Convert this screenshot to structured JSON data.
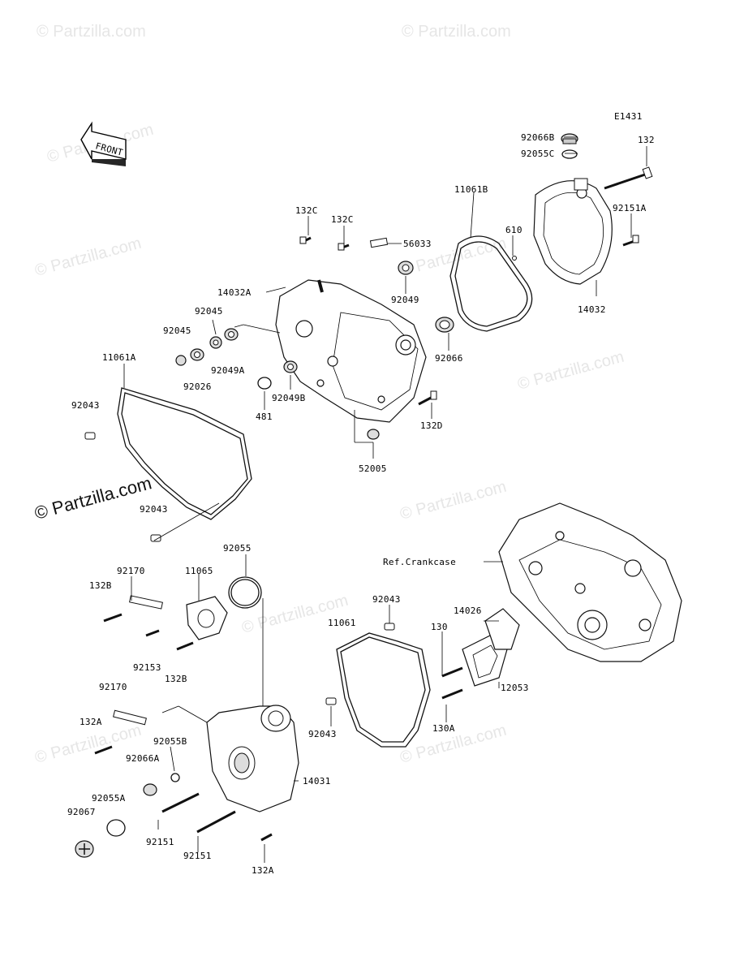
{
  "diagram_code": "E1431",
  "front_arrow": "FRONT",
  "watermarks": [
    "© Partzilla.com",
    "© Partzilla.com",
    "© Partzilla.com",
    "© Partzilla.com",
    "© Partzilla.com",
    "© Partzilla.com",
    "© Partzilla.com",
    "© Partzilla.com",
    "© Partzilla.com",
    "© Partzilla.com"
  ],
  "watermark_main": "© Partzilla.com",
  "reference_label": "Ref.Crankcase",
  "part_labels": {
    "p92066B": "92066B",
    "p92055C": "92055C",
    "p132": "132",
    "p92151A": "92151A",
    "p11061B": "11061B",
    "p610": "610",
    "p14032": "14032",
    "p132C_1": "132C",
    "p132C_2": "132C",
    "p56033": "56033",
    "p14032A": "14032A",
    "p92049": "92049",
    "p92045_1": "92045",
    "p92045_2": "92045",
    "p92049A": "92049A",
    "p92026": "92026",
    "p92066": "92066",
    "p11061A": "11061A",
    "p481": "481",
    "p92049B": "92049B",
    "p132D": "132D",
    "p92043_1": "92043",
    "p52005": "52005",
    "p92043_2": "92043",
    "p92055": "92055",
    "p92170_1": "92170",
    "p11065": "11065",
    "p132B_1": "132B",
    "p92153": "92153",
    "p132B_2": "132B",
    "p92043_3": "92043",
    "p11061": "11061",
    "p14026": "14026",
    "p130": "130",
    "p12053": "12053",
    "p92170_2": "92170",
    "p132A_1": "132A",
    "p92055B": "92055B",
    "p92066A": "92066A",
    "p92043_4": "92043",
    "p130A": "130A",
    "p14031": "14031",
    "p92055A": "92055A",
    "p92067": "92067",
    "p92151_1": "92151",
    "p92151_2": "92151",
    "p132A_2": "132A"
  }
}
